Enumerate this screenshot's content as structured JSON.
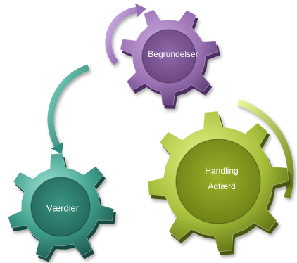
{
  "gears": [
    {
      "id": "begrundelser",
      "lines": [
        "Begrundelser"
      ],
      "color": "#9b72b4"
    },
    {
      "id": "handling",
      "lines": [
        "Handling",
        "Adfærd"
      ],
      "color": "#a6bf3a"
    },
    {
      "id": "vaerdier",
      "lines": [
        "Værdier"
      ],
      "color": "#3d9b8a"
    }
  ],
  "arrow_colors": {
    "purple": "#9b6fb7",
    "teal": "#2e8e7e",
    "green": "#a8c33a"
  }
}
